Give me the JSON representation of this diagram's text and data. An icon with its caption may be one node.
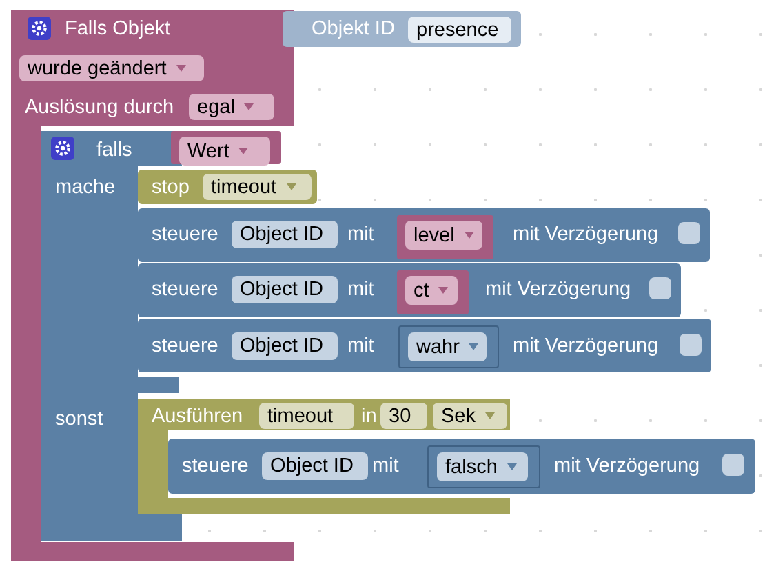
{
  "diagram": {
    "nodes": [
      {
        "text": [
          "Falls Objekt",
          "Auslösung durch"
        ]
      },
      {
        "text": [
          "wurde geändert"
        ],
        "in": 0
      },
      {
        "text": [
          "egal"
        ],
        "in": 0
      },
      {
        "text": [
          "Objekt ID"
        ]
      },
      {
        "text": [
          "presence"
        ],
        "in": 3
      },
      {
        "text": [
          "falls",
          "mache",
          "sonst"
        ],
        "in": 0
      },
      {
        "text": [
          "Wert"
        ]
      },
      {
        "text": [
          "stop"
        ]
      },
      {
        "text": [
          "timeout"
        ],
        "in": 7
      },
      {
        "text": [
          "steuere",
          "mit",
          "mit Verzögerung"
        ]
      },
      {
        "text": [
          "Object ID"
        ],
        "in": 9
      },
      {
        "text": [
          "level"
        ],
        "in": 9
      },
      {
        "text": [],
        "shape": "box",
        "in": 9
      },
      {
        "text": [
          "steuere",
          "mit",
          "mit Verzögerung"
        ]
      },
      {
        "text": [
          "Object ID"
        ],
        "in": 13
      },
      {
        "text": [
          "ct"
        ],
        "in": 13
      },
      {
        "text": [],
        "shape": "box",
        "in": 13
      },
      {
        "text": [
          "steuere",
          "mit",
          "mit Verzögerung"
        ]
      },
      {
        "text": [
          "Object ID"
        ],
        "in": 17
      },
      {
        "text": [
          "wahr"
        ],
        "in": 17
      },
      {
        "text": [],
        "shape": "box",
        "in": 17
      },
      {
        "text": [
          "Ausführen",
          "in"
        ]
      },
      {
        "text": [
          "timeout"
        ],
        "in": 21
      },
      {
        "text": [
          "30"
        ],
        "in": 21
      },
      {
        "text": [
          "Sek"
        ],
        "in": 21
      },
      {
        "text": [
          "steuere",
          "mit",
          "mit Verzögerung"
        ]
      },
      {
        "text": [
          "Object ID"
        ],
        "in": 25
      },
      {
        "text": [
          "falsch"
        ],
        "in": 25
      },
      {
        "text": [],
        "shape": "box",
        "in": 25
      }
    ],
    "edges": []
  }
}
